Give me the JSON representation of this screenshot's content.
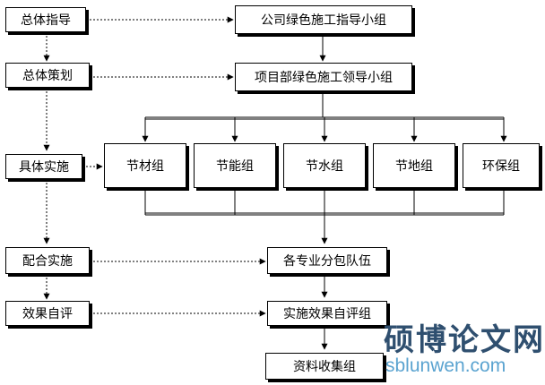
{
  "stages": {
    "overall_guidance": "总体指导",
    "overall_planning": "总体策划",
    "implementation": "具体实施",
    "cooperation": "配合实施",
    "self_evaluation": "效果自评"
  },
  "orgs": {
    "company_group": "公司绿色施工指导小组",
    "project_group": "项目部绿色施工领导小组",
    "subcontractors": "各专业分包队伍",
    "eval_group": "实施效果自评组",
    "data_collection": "资料收集组"
  },
  "teams": [
    "节材组",
    "节能组",
    "节水组",
    "节地组",
    "环保组"
  ],
  "watermark": {
    "brand": "硕博论文网",
    "url": "sblunwen.com"
  }
}
